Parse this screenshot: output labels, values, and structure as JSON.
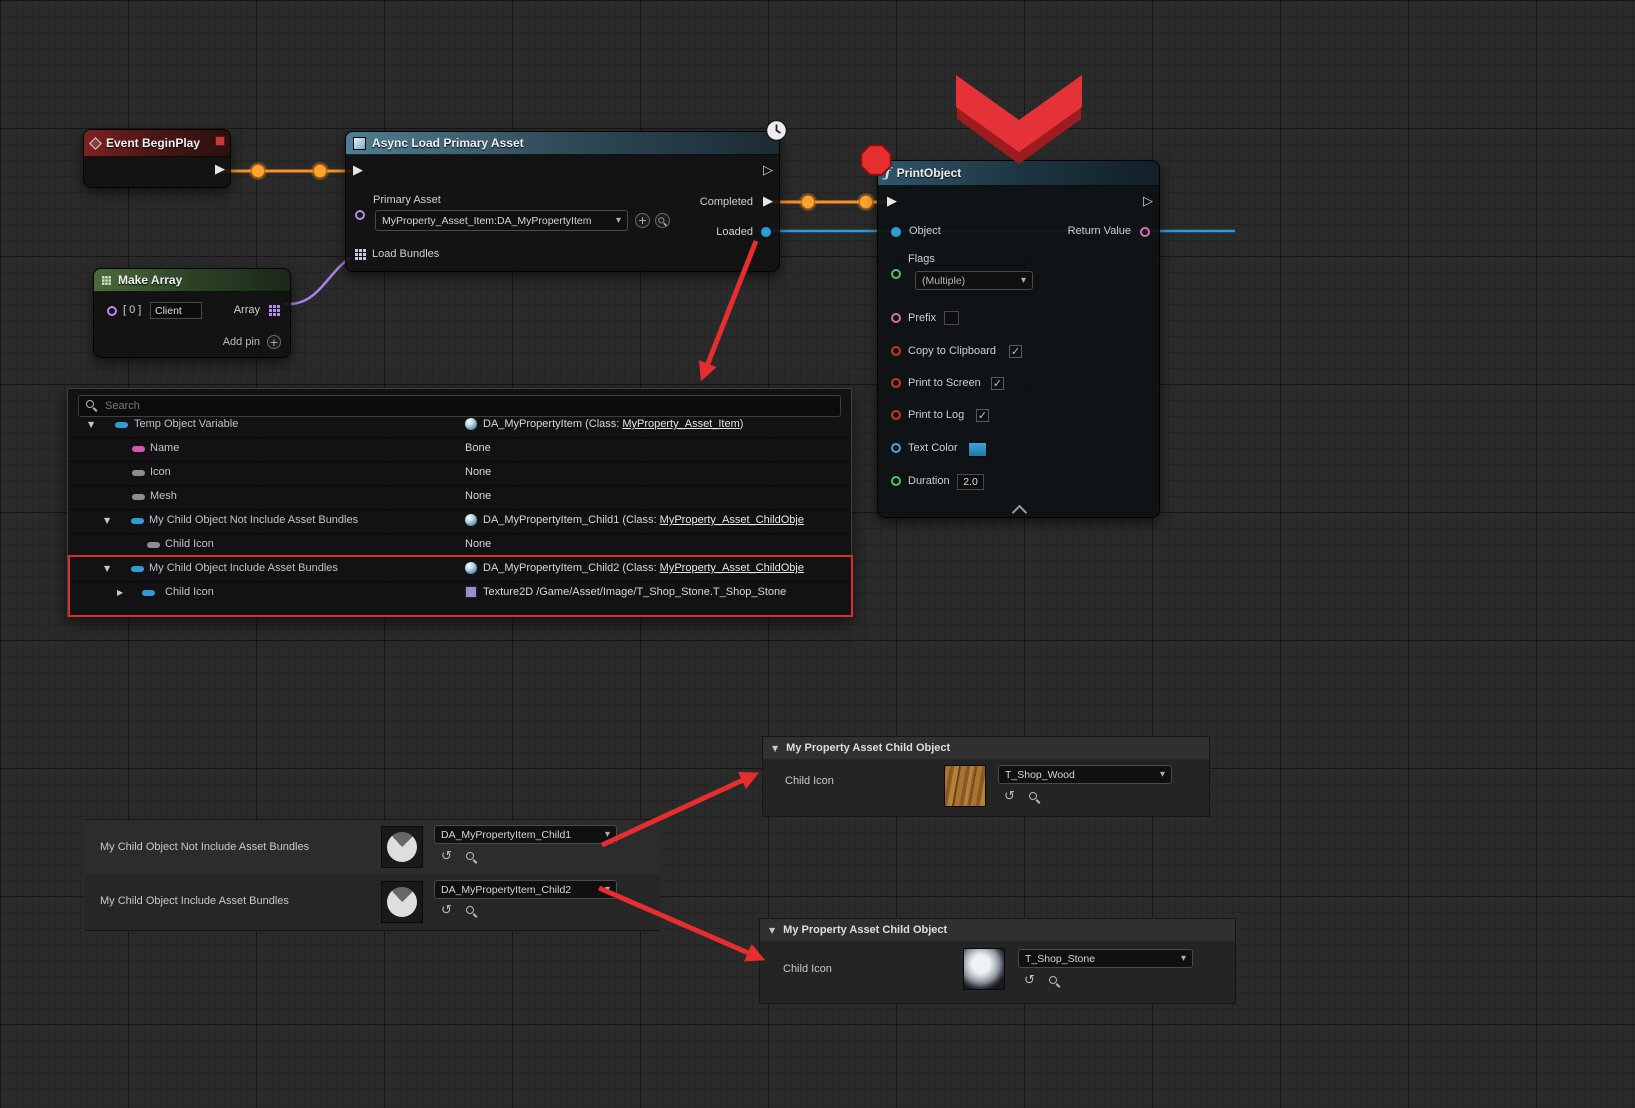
{
  "colors": {
    "exec_wire": "#f79322",
    "object_wire": "#2e9bd6",
    "name_wire": "#a982e8",
    "annotation_red": "#e62e2e",
    "pin_blue": "#2e9bd6",
    "pin_pink": "#d957b0",
    "pin_green": "#58c064",
    "pin_red": "#c0392b",
    "pin_lavender": "#b48ce8"
  },
  "icons": {
    "expander_down": "▼",
    "expander_right": "▶",
    "chevron_down": "▾",
    "check": "✓",
    "use_selected": "↺",
    "plus": "+",
    "exec_in": "▶",
    "exec_out": "▷"
  },
  "nodes": {
    "event_begin_play": {
      "title": "Event BeginPlay"
    },
    "async_load_primary_asset": {
      "title": "Async Load Primary Asset",
      "pins": {
        "primary_asset_label": "Primary Asset",
        "primary_asset_value": "MyProperty_Asset_Item:DA_MyPropertyItem",
        "completed_label": "Completed",
        "loaded_label": "Loaded",
        "load_bundles_label": "Load Bundles"
      }
    },
    "make_array": {
      "title": "Make Array",
      "index_label": "[ 0 ]",
      "index_value": "Client",
      "array_label": "Array",
      "add_pin_label": "Add pin"
    },
    "print_object": {
      "title": "PrintObject",
      "pins": {
        "object_label": "Object",
        "return_value_label": "Return Value",
        "flags_label": "Flags",
        "flags_value": "(Multiple)",
        "prefix_label": "Prefix",
        "copy_to_clipboard_label": "Copy to Clipboard",
        "print_to_screen_label": "Print to Screen",
        "print_to_log_label": "Print to Log",
        "text_color_label": "Text Color",
        "duration_label": "Duration",
        "duration_value": "2.0"
      }
    }
  },
  "debug_panel": {
    "search_placeholder": "Search",
    "rows": [
      {
        "label": "Temp Object Variable",
        "value_pre": "DA_MyPropertyItem (Class: ",
        "value_link": "MyProperty_Asset_Item",
        "value_post": ")"
      },
      {
        "label": "Name",
        "value_pre": "Bone",
        "value_link": "",
        "value_post": ""
      },
      {
        "label": "Icon",
        "value_pre": "None",
        "value_link": "",
        "value_post": ""
      },
      {
        "label": "Mesh",
        "value_pre": "None",
        "value_link": "",
        "value_post": ""
      },
      {
        "label": "My Child Object Not Include Asset Bundles",
        "value_pre": "DA_MyPropertyItem_Child1 (Class: ",
        "value_link": "MyProperty_Asset_ChildObje",
        "value_post": ""
      },
      {
        "label": "Child Icon",
        "value_pre": "None",
        "value_link": "",
        "value_post": ""
      },
      {
        "label": "My Child Object Include Asset Bundles",
        "value_pre": "DA_MyPropertyItem_Child2 (Class: ",
        "value_link": "MyProperty_Asset_ChildObje",
        "value_post": ""
      },
      {
        "label": "Child Icon",
        "value_pre": "Texture2D /Game/Asset/Image/T_Shop_Stone.T_Shop_Stone",
        "value_link": "",
        "value_post": ""
      }
    ]
  },
  "details": {
    "rows": [
      {
        "label": "My Child Object Not Include Asset Bundles",
        "value": "DA_MyPropertyItem_Child1"
      },
      {
        "label": "My Child Object Include Asset Bundles",
        "value": "DA_MyPropertyItem_Child2"
      }
    ],
    "wood_panel": {
      "title": "My Property Asset Child Object",
      "property_label": "Child Icon",
      "value": "T_Shop_Wood"
    },
    "stone_panel": {
      "title": "My Property Asset Child Object",
      "property_label": "Child Icon",
      "value": "T_Shop_Stone"
    }
  }
}
